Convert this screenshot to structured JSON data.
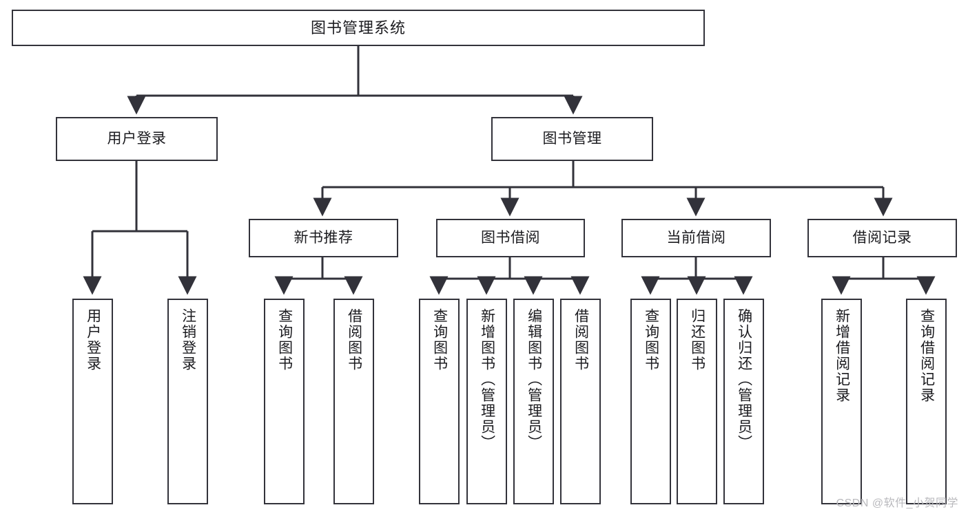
{
  "diagram": {
    "title": "图书管理系统",
    "type": "tree-hierarchy-chart",
    "watermark": "CSDN @软件_小贺同学",
    "colors": {
      "box_border": "#32323a",
      "box_fill": "#ffffff",
      "connector": "#32323a",
      "text": "#1b1b1f",
      "watermark": "#b9b9bd",
      "background": "#ffffff"
    }
  },
  "nodes": {
    "root": {
      "label": "图书管理系统"
    },
    "level2": [
      {
        "id": "user-login",
        "label": "用户登录"
      },
      {
        "id": "book-management",
        "label": "图书管理"
      }
    ],
    "level3": [
      {
        "id": "new-book-recommend",
        "label": "新书推荐"
      },
      {
        "id": "book-borrow",
        "label": "图书借阅"
      },
      {
        "id": "current-borrow",
        "label": "当前借阅"
      },
      {
        "id": "borrow-record",
        "label": "借阅记录"
      }
    ],
    "leaves": {
      "user_login": [
        {
          "id": "leaf-user-login",
          "label": "用户登录"
        },
        {
          "id": "leaf-logout-login",
          "label": "注销登录"
        }
      ],
      "new_book_recommend": [
        {
          "id": "leaf-query-book-1",
          "label": "查询图书"
        },
        {
          "id": "leaf-borrow-book-1",
          "label": "借阅图书"
        }
      ],
      "book_borrow": [
        {
          "id": "leaf-query-book-2",
          "label": "查询图书"
        },
        {
          "id": "leaf-add-book",
          "label": "新增图书（管理员）"
        },
        {
          "id": "leaf-edit-book",
          "label": "编辑图书（管理员）"
        },
        {
          "id": "leaf-borrow-book-2",
          "label": "借阅图书"
        }
      ],
      "current_borrow": [
        {
          "id": "leaf-query-book-3",
          "label": "查询图书"
        },
        {
          "id": "leaf-return-book",
          "label": "归还图书"
        },
        {
          "id": "leaf-confirm-return",
          "label": "确认归还（管理员）"
        }
      ],
      "borrow_record": [
        {
          "id": "leaf-add-borrow-record",
          "label": "新增借阅记录"
        },
        {
          "id": "leaf-query-borrow-record",
          "label": "查询借阅记录"
        }
      ]
    }
  }
}
